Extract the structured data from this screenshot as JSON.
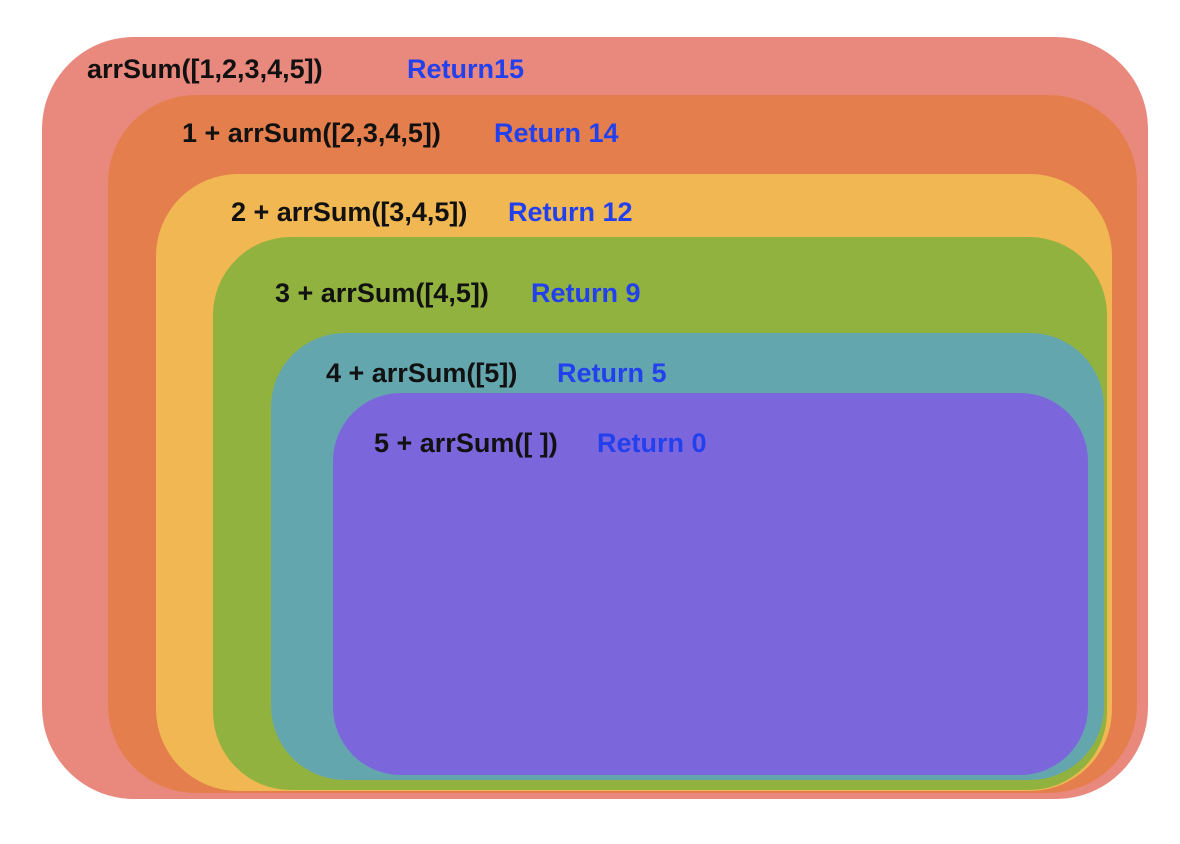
{
  "diagram": {
    "levels": [
      {
        "call": "arrSum([1,2,3,4,5])",
        "result": "Return15",
        "color": "#e9887d"
      },
      {
        "call": "1 + arrSum([2,3,4,5])",
        "result": "Return 14",
        "color": "#e47f4d"
      },
      {
        "call": "2 + arrSum([3,4,5])",
        "result": "Return 12",
        "color": "#f0b752"
      },
      {
        "call": "3 + arrSum([4,5])",
        "result": "Return 9",
        "color": "#92b23f"
      },
      {
        "call": "4 + arrSum([5])",
        "result": "Return 5",
        "color": "#64a6ae"
      },
      {
        "call": "5 + arrSum([ ])",
        "result": "Return 0",
        "color": "#7b67db"
      }
    ],
    "call_text_color": "#111111",
    "return_text_color": "#2340ee"
  }
}
